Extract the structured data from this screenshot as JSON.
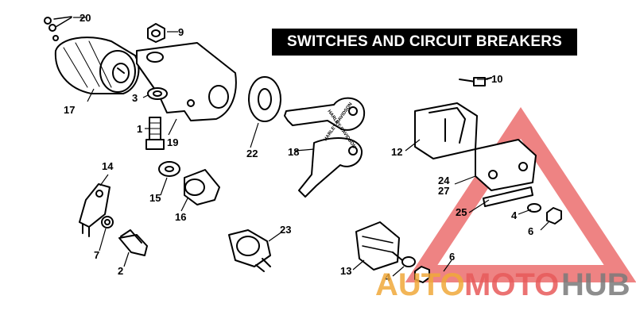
{
  "title": "SWITCHES AND CIRCUIT BREAKERS",
  "callouts": {
    "p1": "1",
    "p2": "2",
    "p3": "3",
    "p4a": "4",
    "p4b": "4",
    "p6a": "6",
    "p6b": "6",
    "p7": "7",
    "p9": "9",
    "p10": "10",
    "p12": "12",
    "p13": "13",
    "p14": "14",
    "p15": "15",
    "p16": "16",
    "p17": "17",
    "p18": "18",
    "p19": "19",
    "p20": "20",
    "p22": "22",
    "p23": "23",
    "p24_27": "24\n27",
    "p25": "25"
  },
  "key_text": {
    "brand_a": "HARLEY-DAVIDSON",
    "brand_b": "HARLEY-DAVIDSON"
  },
  "watermark": {
    "part1": "AUTO",
    "part2": "MOTO",
    "part3": "HUB"
  },
  "colors": {
    "watermark_red": "#e85a5a",
    "watermark_orange": "#f0a93a",
    "watermark_gray": "#7a7a7a",
    "title_bg": "#000000"
  }
}
